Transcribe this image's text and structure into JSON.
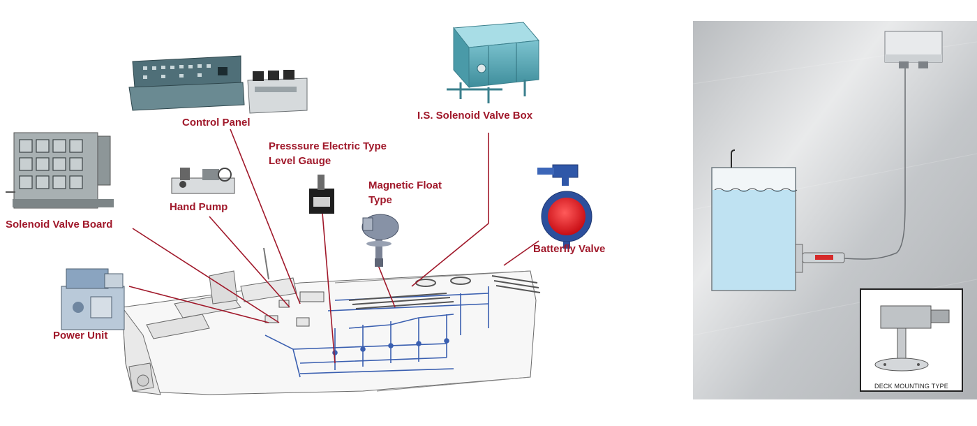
{
  "labels": {
    "control_panel": "Control Panel",
    "is_solenoid_valve_box": "I.S. Solenoid Valve Box",
    "pressure_gauge_line1": "Presssure Electric Type",
    "pressure_gauge_line2": "Level Gauge",
    "magnetic_float_line1": "Magnetic Float",
    "magnetic_float_line2": "Type",
    "hand_pump": "Hand Pump",
    "solenoid_valve_board": "Solenoid Valve Board",
    "butterfly_valve": "Batterfly Valve",
    "power_unit": "Power Unit",
    "deck_mounting_type": "DECK MOUNTING TYPE"
  },
  "colors": {
    "label_red": "#a0182a",
    "equipment_teal": "#4a9aa8",
    "pipe_blue": "#3a5fb0",
    "valve_red": "#d8141c",
    "tank_liquid": "#bfe2f2"
  }
}
